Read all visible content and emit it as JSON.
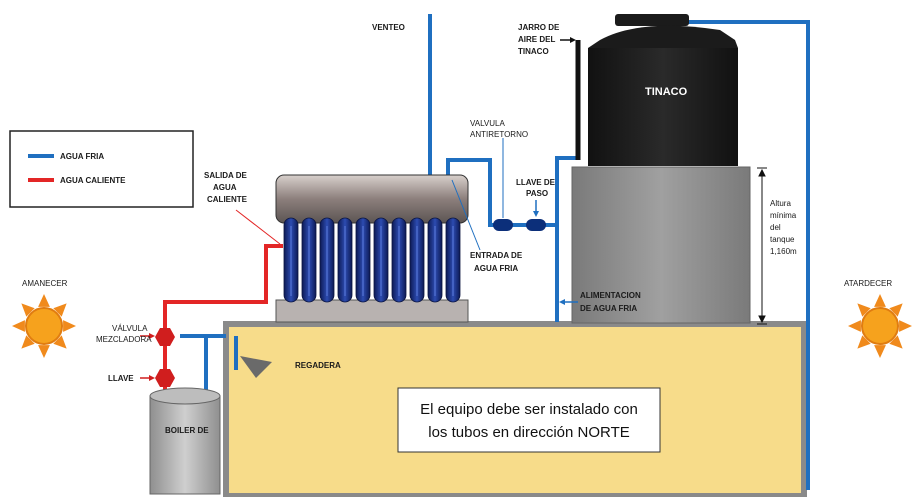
{
  "colors": {
    "cold": "#1f6fc0",
    "hot": "#e32626",
    "pool": "#f7dc8a",
    "pool_border": "#8a8a8a",
    "tank_dark": "#1b1b1b",
    "tank_gray": "#8e8e8e",
    "tube": "#1a2f7a"
  },
  "legend": {
    "cold_label": "AGUA FRIA",
    "hot_label": "AGUA CALIENTE"
  },
  "labels": {
    "venteo": "VENTEO",
    "jarro_1": "JARRO DE",
    "jarro_2": "AIRE DEL",
    "jarro_3": "TINACO",
    "tinaco": "TINACO",
    "valvula_anti_1": "VALVULA",
    "valvula_anti_2": "ANTIRETORNO",
    "llave_paso_1": "LLAVE DE",
    "llave_paso_2": "PASO",
    "salida_1": "SALIDA DE",
    "salida_2": "AGUA",
    "salida_3": "CALIENTE",
    "entrada_1": "ENTRADA DE",
    "entrada_2": "AGUA FRIA",
    "alimentacion_1": "ALIMENTACION",
    "alimentacion_2": "DE AGUA FRIA",
    "altura_1": "Altura",
    "altura_2": "mínima",
    "altura_3": "del",
    "altura_4": "tanque",
    "altura_5": "1,160m",
    "amanecer": "AMANECER",
    "atardecer": "ATARDECER",
    "valvula_mez_1": "VÁLVULA",
    "valvula_mez_2": "MEZCLADORA",
    "llave": "LLAVE",
    "boiler": "BOILER DE",
    "regadera": "REGADERA"
  },
  "note": {
    "line1": "El equipo debe ser instalado con",
    "line2": "los tubos en dirección NORTE"
  }
}
